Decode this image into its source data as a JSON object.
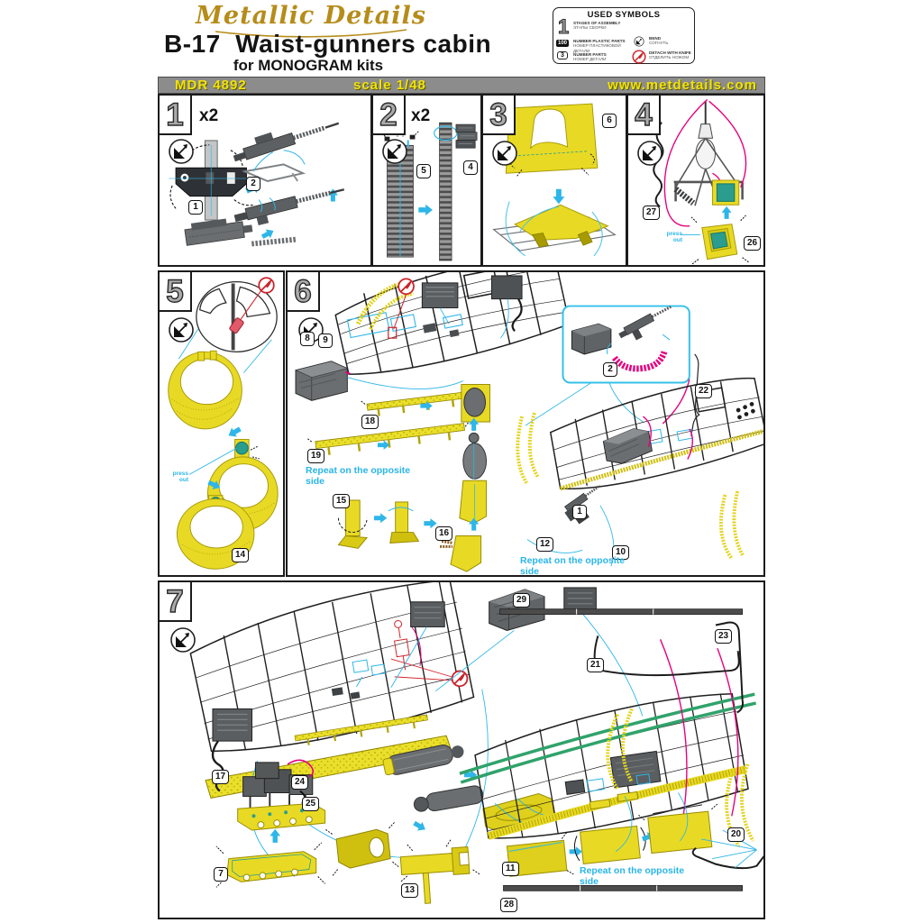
{
  "header": {
    "logo": "Metallic Details",
    "title": "B-17  Waist-gunners cabin",
    "subtitle": "for MONOGRAM kits"
  },
  "info_bar": {
    "code": "MDR 4892",
    "scale": "scale 1/48",
    "website": "www.metdetails.com"
  },
  "symbols_box": {
    "title": "USED SYMBOLS",
    "rows": [
      {
        "symbol": "1",
        "icon": "stage-number",
        "en": "STAGES OF ASSEMBLY",
        "ru": "ЭТАПЫ СБОРКИ"
      },
      {
        "symbol": "100",
        "icon": "plastic-part-number",
        "en": "NUMBER PLASTIC PARTS",
        "ru": "НОМЕР ПЛАСТИКОВОЙ ДЕТАЛИ"
      },
      {
        "symbol": "3",
        "icon": "pe-part-number",
        "en": "NUMBER PARTS",
        "ru": "НОМЕР ДЕТАЛИ"
      },
      {
        "symbol": "",
        "icon": "bend-icon",
        "en": "BEND",
        "ru": "СОГНУТЬ"
      },
      {
        "symbol": "",
        "icon": "detach-icon",
        "en": "DETACH WITH KNIFE",
        "ru": "ОТДЕЛИТЬ НОЖОМ"
      }
    ]
  },
  "steps": {
    "s1": {
      "number": "1",
      "multiplier": "x2",
      "callouts": {
        "c1": "1",
        "c2": "2"
      }
    },
    "s2": {
      "number": "2",
      "multiplier": "x2",
      "callouts": {
        "c5": "5",
        "c4": "4"
      }
    },
    "s3": {
      "number": "3",
      "callouts": {
        "c6": "6"
      }
    },
    "s4": {
      "number": "4",
      "callouts": {
        "c27": "27",
        "c26": "26"
      },
      "note": "press out"
    },
    "s5": {
      "number": "5",
      "callouts": {
        "c14": "14"
      },
      "note": "press out"
    },
    "s6": {
      "number": "6",
      "callouts": {
        "c8": "8",
        "c9": "9",
        "c18": "18",
        "c19": "19",
        "c15": "15",
        "c16": "16",
        "c2": "2",
        "c22": "22",
        "c1": "1",
        "c12": "12",
        "c10": "10"
      },
      "notes": {
        "repeat1": "Repeat on the opposite side",
        "repeat2": "Repeat on the opposite side"
      }
    },
    "s7": {
      "number": "7",
      "callouts": {
        "c17": "17",
        "c24": "24",
        "c25": "25",
        "c7": "7",
        "c13": "13",
        "c29": "29",
        "c23": "23",
        "c21": "21",
        "c20": "20",
        "c11": "11",
        "c28": "28"
      },
      "note": "Repeat on the opposite side"
    }
  },
  "colors": {
    "pe_yellow": "#e8da24",
    "cyan_accent": "#29b5e8",
    "magenta_accent": "#e6007e",
    "green_accent": "#2fa36b",
    "red_detach": "#cc2229",
    "bar_gray": "#8c8c8c",
    "bar_text_yellow": "#f2e20c",
    "logo_gold": "#b68c1a"
  }
}
